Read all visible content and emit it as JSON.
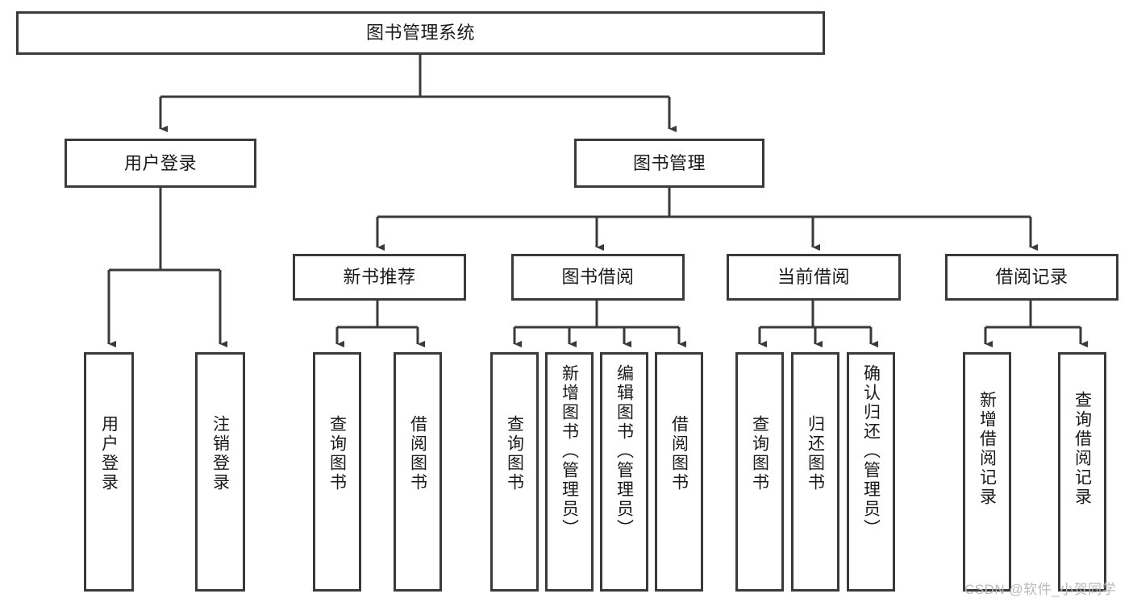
{
  "diagram": {
    "type": "hierarchy-tree",
    "title": "图书管理系统",
    "watermark": "CSDN @软件_小贺同学",
    "colors": {
      "box_stroke": "#3a3a3a",
      "box_fill": "#ffffff",
      "edge": "#3a3a3a",
      "text": "#1a1a1a",
      "watermark": "#b9b9b9",
      "background": "#ffffff"
    },
    "nodes": {
      "root": {
        "label": "图书管理系统"
      },
      "level1": [
        {
          "id": "user-login",
          "label": "用户登录"
        },
        {
          "id": "book-manage",
          "label": "图书管理"
        }
      ],
      "level2": [
        {
          "id": "new-book-recommend",
          "label": "新书推荐"
        },
        {
          "id": "book-borrow",
          "label": "图书借阅"
        },
        {
          "id": "current-borrow",
          "label": "当前借阅"
        },
        {
          "id": "borrow-record",
          "label": "借阅记录"
        }
      ],
      "leaves": {
        "user-login": [
          {
            "id": "leaf-user-login",
            "label": "用户登录"
          },
          {
            "id": "leaf-user-logout",
            "label": "注销登录"
          }
        ],
        "new-book-recommend": [
          {
            "id": "leaf-query-book-1",
            "label": "查询图书"
          },
          {
            "id": "leaf-borrow-book-1",
            "label": "借阅图书"
          }
        ],
        "book-borrow": [
          {
            "id": "leaf-query-book-2",
            "label": "查询图书"
          },
          {
            "id": "leaf-add-book",
            "label": "新增图书（管理员）"
          },
          {
            "id": "leaf-edit-book",
            "label": "编辑图书（管理员）"
          },
          {
            "id": "leaf-borrow-book-2",
            "label": "借阅图书"
          }
        ],
        "current-borrow": [
          {
            "id": "leaf-query-book-3",
            "label": "查询图书"
          },
          {
            "id": "leaf-return-book",
            "label": "归还图书"
          },
          {
            "id": "leaf-confirm-return",
            "label": "确认归还（管理员）"
          }
        ],
        "borrow-record": [
          {
            "id": "leaf-add-record",
            "label": "新增借阅记录"
          },
          {
            "id": "leaf-query-record",
            "label": "查询借阅记录"
          }
        ]
      }
    }
  }
}
